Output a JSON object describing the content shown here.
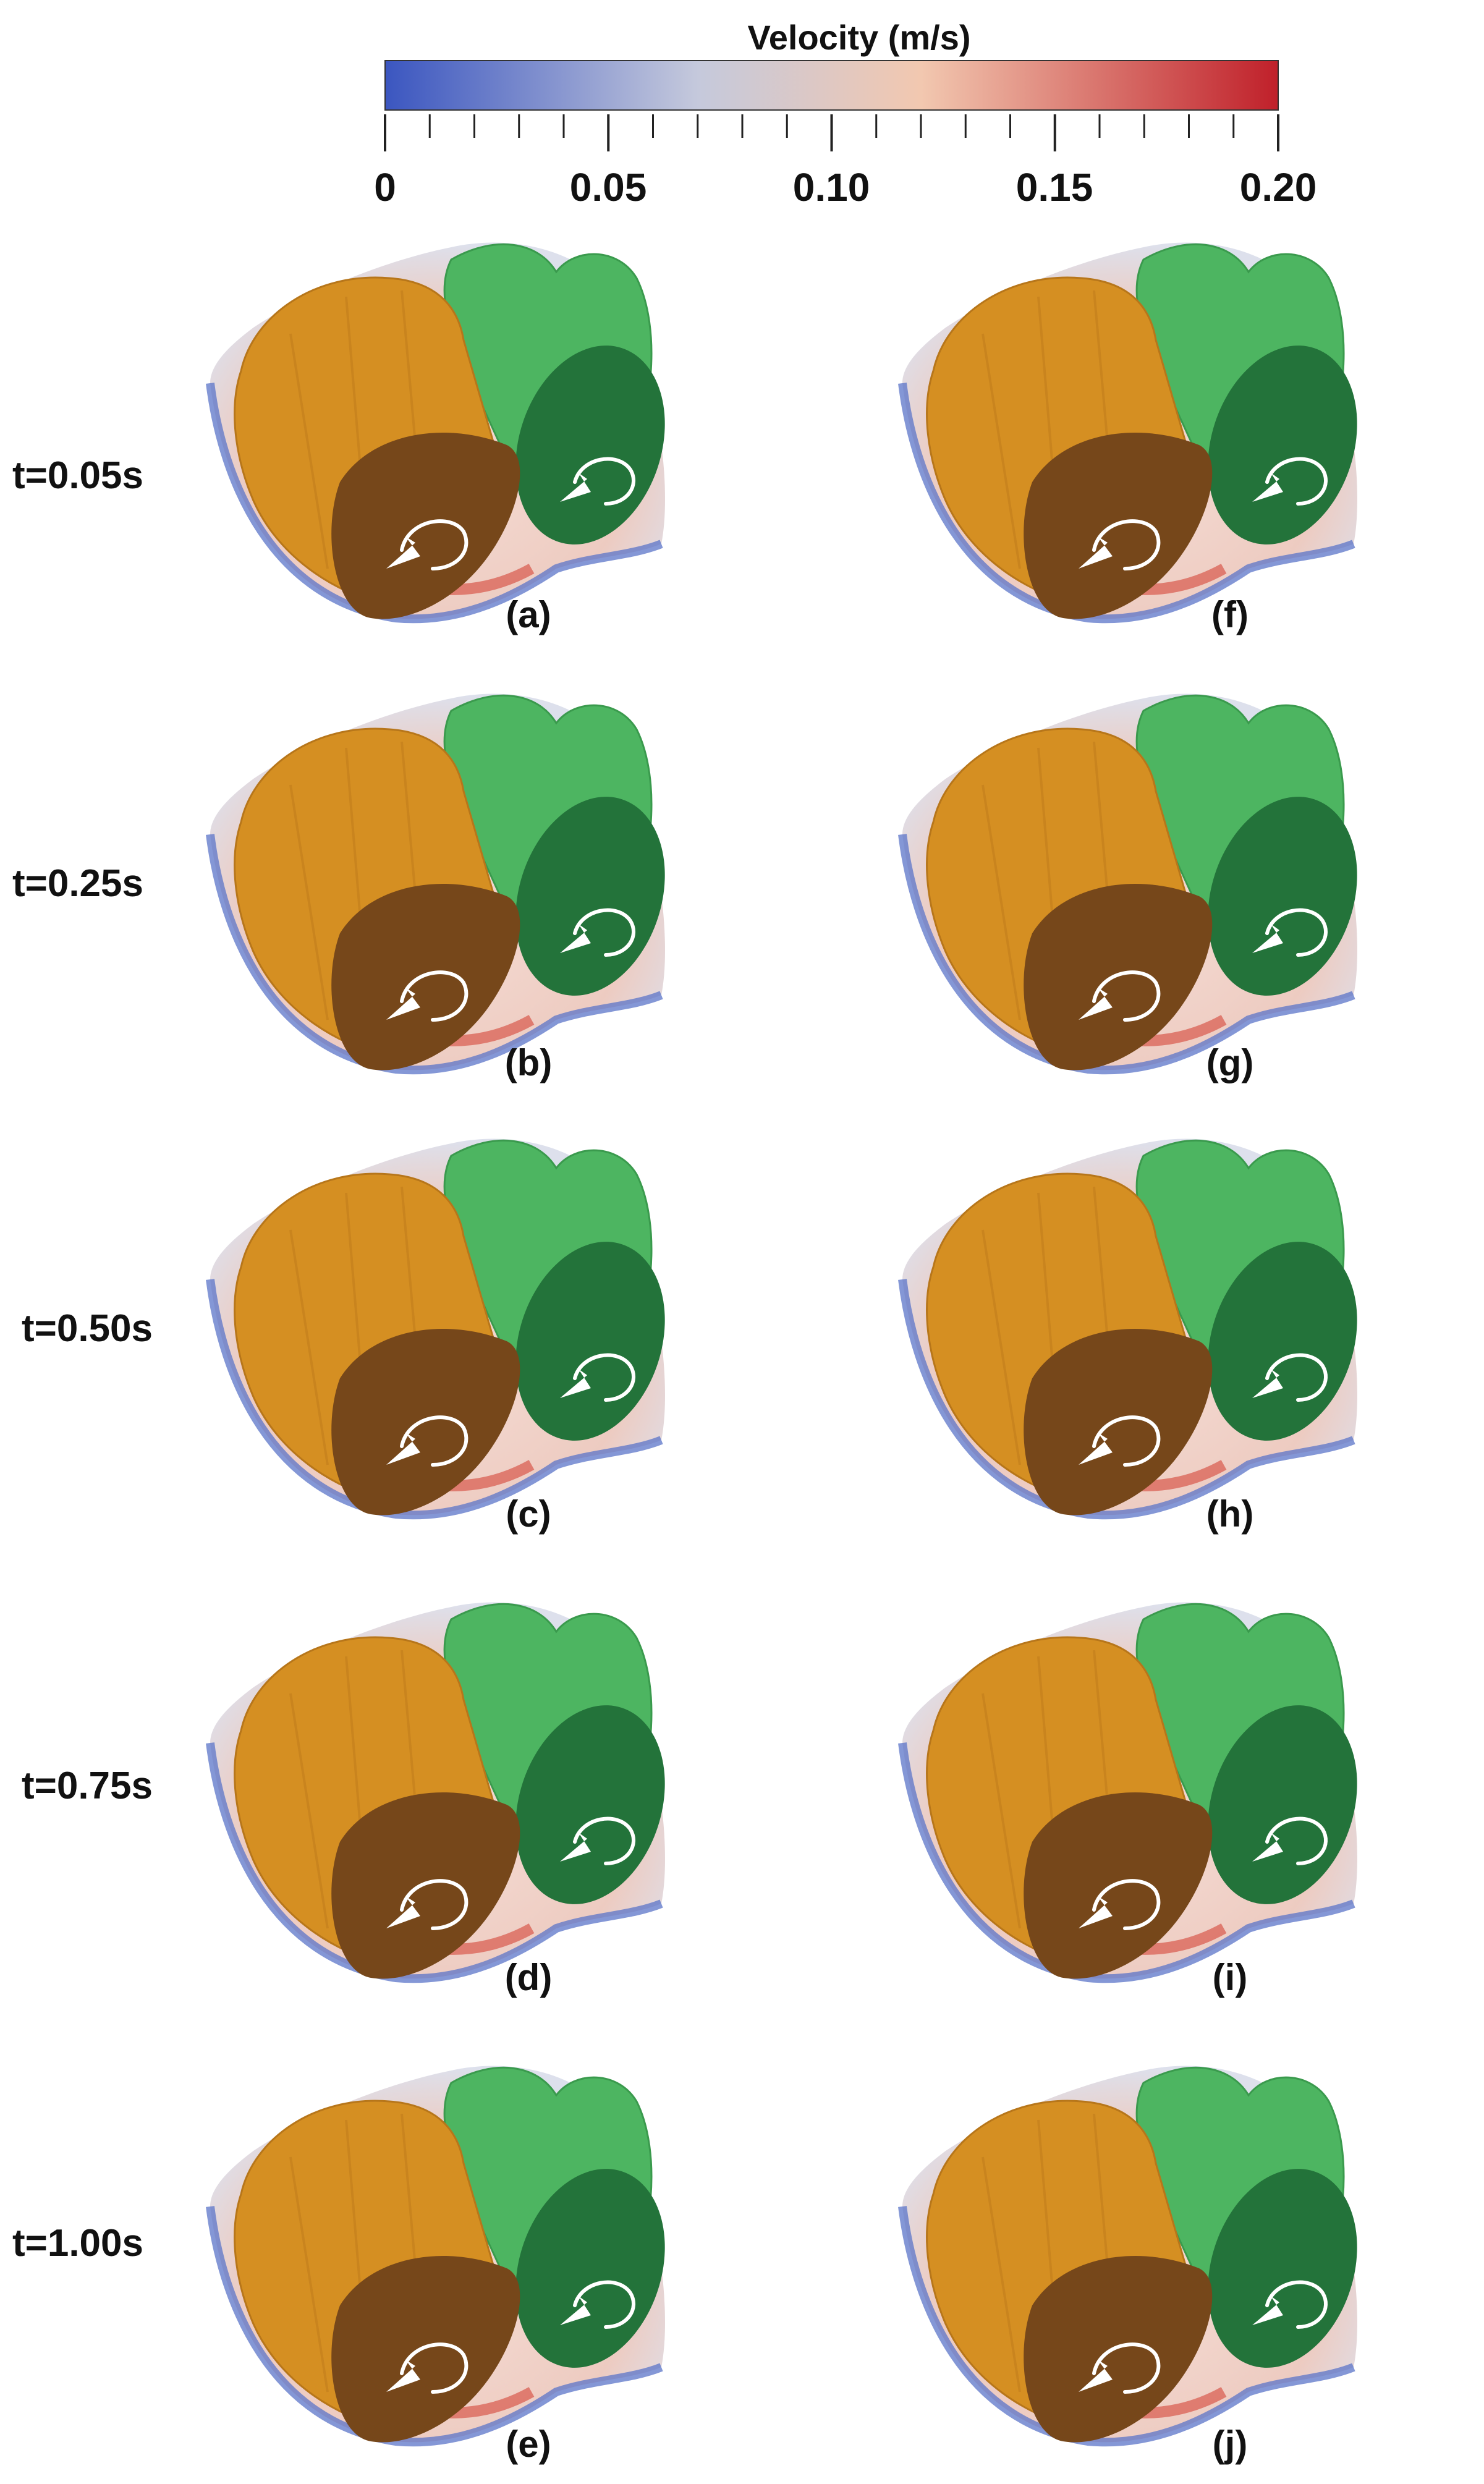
{
  "colorbar": {
    "title": "Velocity  (m/s)",
    "range": [
      0,
      0.2
    ],
    "major_ticks": [
      "0",
      "0.05",
      "0.10",
      "0.15",
      "0.20"
    ],
    "colors": [
      "#3b56c0",
      "#c5c9dc",
      "#f2c8b0",
      "#c0202a"
    ]
  },
  "rows": [
    {
      "time": "t=0.05s",
      "left": "(a)",
      "right": "(f)"
    },
    {
      "time": "t=0.25s",
      "left": "(b)",
      "right": "(g)"
    },
    {
      "time": "t=0.50s",
      "left": "(c)",
      "right": "(h)"
    },
    {
      "time": "t=0.75s",
      "left": "(d)",
      "right": "(i)"
    },
    {
      "time": "t=1.00s",
      "left": "(e)",
      "right": "(j)"
    }
  ],
  "colors": {
    "rotor_left": "#d58f22",
    "rotor_left_face": "#76471a",
    "rotor_right": "#4db561",
    "rotor_right_face": "#23733a",
    "arrow": "#ffffff"
  }
}
